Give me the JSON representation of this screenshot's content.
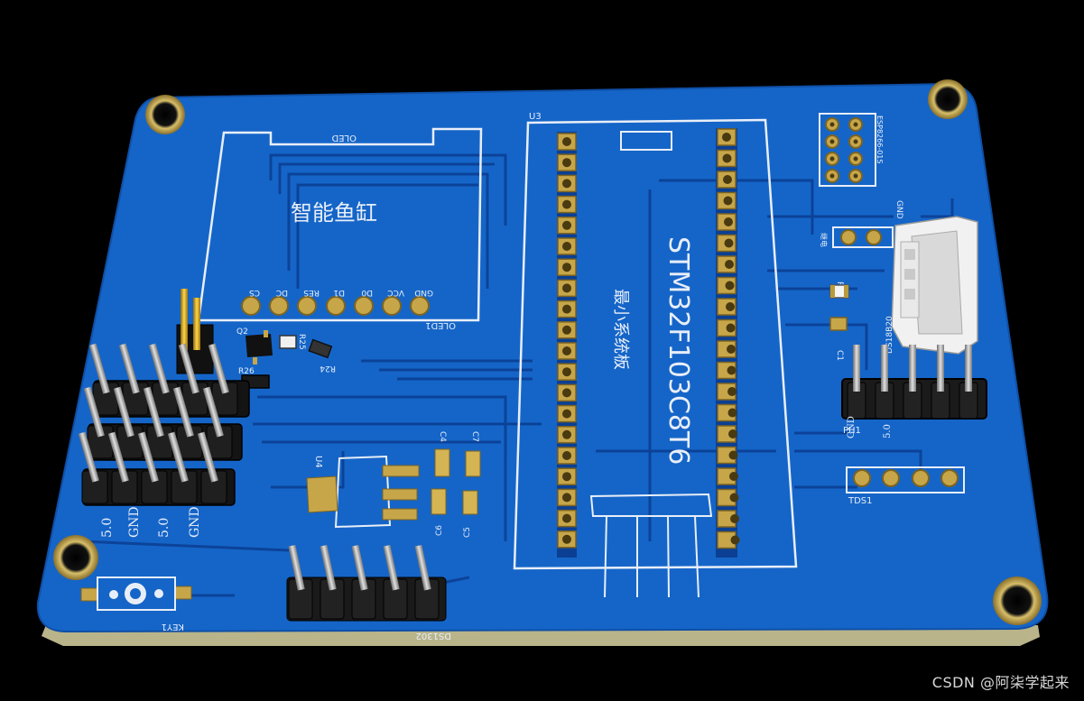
{
  "board": {
    "colors": {
      "substrate": "#1565c8",
      "substrate_edge": "#0f4fa6",
      "trace": "#0b3f93",
      "silk": "#e8eef8",
      "pad_gold": "#c7a64a",
      "background": "#000000"
    },
    "u3_label": "U3",
    "mcu_part": "STM32F103C8T6",
    "mcu_note": "最小系统板",
    "oled_top": "OLED",
    "oled_ref": "OLED1",
    "oled_title": "智能鱼缸",
    "oled_pins": [
      "CS",
      "DC",
      "RES",
      "D1",
      "D0",
      "VCC",
      "GND"
    ],
    "esp_label": "ESP8266-01S",
    "gnd_label": "GND",
    "r_label_side": "继电",
    "q2": "Q2",
    "r25": "R25",
    "r24": "R24",
    "r26": "R26",
    "r23": "R23",
    "c1": "C1",
    "ds18b20": "DS18B20",
    "ph1": "PH1",
    "ph_gnd": "GND",
    "ph_5v": "5.0",
    "tds1": "TDS1",
    "u4": "U4",
    "c4": "C4",
    "c7": "C7",
    "c6": "C6",
    "c5": "C5",
    "key1": "KEY1",
    "ds1302": "DS1302",
    "bottom_labels": [
      "5.0",
      "GND",
      "5.0",
      "GND"
    ],
    "watermark": "CSDN @阿柒学起来"
  }
}
